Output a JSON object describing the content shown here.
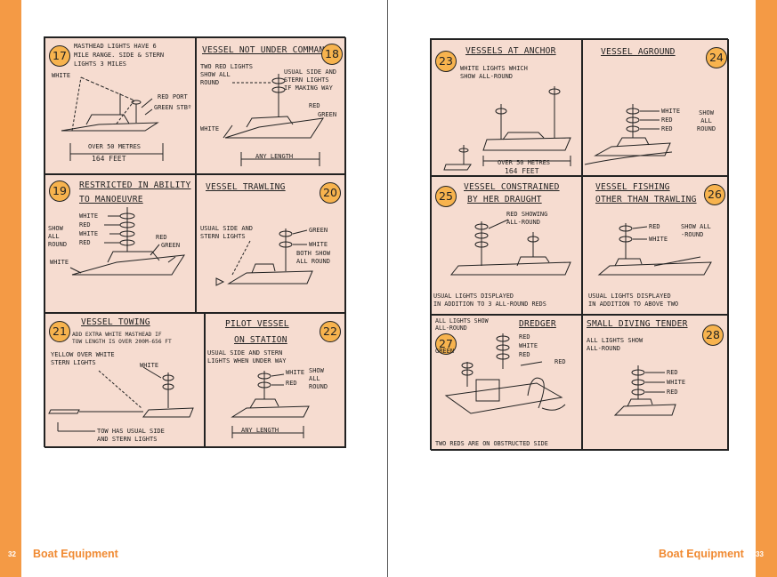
{
  "footer": {
    "left_page_number": "32",
    "left_section": "Boat Equipment",
    "right_page_number": "33",
    "right_section": "Boat Equipment"
  },
  "panels": {
    "p17": {
      "number": "17",
      "lines": [
        "MASTHEAD LIGHTS HAVE 6",
        "MILE RANGE. SIDE & STERN",
        "LIGHTS 3 MILES"
      ],
      "labels": {
        "white": "WHITE",
        "red_port": "RED PORT",
        "green_stbd": "GREEN STBº",
        "over": "OVER 50 METRES",
        "feet": "164 FEET"
      }
    },
    "p18": {
      "number": "18",
      "title": "VESSEL NOT UNDER COMMAND",
      "note": "TWO RED LIGHTS\nSHOW ALL\nROUND",
      "note2": "USUAL SIDE AND\nSTERN LIGHTS\nIF MAKING WAY",
      "labels": {
        "red": "RED",
        "green": "GREEN",
        "white": "WHITE",
        "length": "ANY LENGTH"
      }
    },
    "p19": {
      "number": "19",
      "title_1": "RESTRICTED IN ABILITY",
      "title_2": "TO MANOEUVRE",
      "show": "SHOW\nALL\nROUND",
      "stack": [
        "WHITE",
        "RED",
        "WHITE",
        "RED"
      ],
      "labels": {
        "red": "RED",
        "green": "GREEN",
        "white": "WHITE"
      }
    },
    "p20": {
      "number": "20",
      "title": "VESSEL TRAWLING",
      "note": "USUAL SIDE AND\nSTERN LIGHTS",
      "labels": {
        "green": "GREEN",
        "white": "WHITE",
        "both": "BOTH SHOW\nALL ROUND"
      }
    },
    "p21": {
      "number": "21",
      "title": "VESSEL TOWING",
      "note": "ADD EXTRA WHITE MASTHEAD IF\nTOW LENGTH IS OVER 200m-656 FT",
      "note2": "YELLOW OVER WHITE\nSTERN LIGHTS",
      "labels": {
        "white": "WHITE",
        "tow": "TOW HAS USUAL SIDE\nAND STERN LIGHTS"
      }
    },
    "p22": {
      "number": "22",
      "title_1": "PILOT VESSEL",
      "title_2": "ON STATION",
      "note": "USUAL SIDE AND STERN\nLIGHTS WHEN UNDER WAY",
      "labels": {
        "white": "WHITE",
        "red": "RED",
        "show": "SHOW\nALL\nROUND",
        "length": "ANY LENGTH"
      }
    },
    "p23": {
      "number": "23",
      "title": "VESSELS AT ANCHOR",
      "note": "WHITE LIGHTS WHICH\nSHOW ALL-ROUND",
      "labels": {
        "over": "OVER 50 METRES",
        "feet": "164 FEET"
      }
    },
    "p24": {
      "number": "24",
      "title": "VESSEL AGROUND",
      "stack": [
        "WHITE",
        "RED",
        "RED"
      ],
      "show": "SHOW\nALL\nROUND"
    },
    "p25": {
      "number": "25",
      "title_1": "VESSEL CONSTRAINED",
      "title_2": "BY HER DRAUGHT",
      "note": "RED SHOWING\nALL-ROUND",
      "bottom": "USUAL LIGHTS DISPLAYED\nIN ADDITION TO 3 ALL-ROUND REDS"
    },
    "p26": {
      "number": "26",
      "title_1": "VESSEL FISHING",
      "title_2": "OTHER THAN TRAWLING",
      "stack": [
        "RED",
        "WHITE"
      ],
      "show": "SHOW ALL\n-ROUND",
      "bottom": "USUAL LIGHTS DISPLAYED\nIN ADDITION TO ABOVE TWO"
    },
    "p27": {
      "number": "27",
      "title": "DREDGER",
      "top_note": "ALL LIGHTS SHOW\nALL-ROUND",
      "stack": [
        "RED",
        "WHITE",
        "RED"
      ],
      "labels": {
        "green": "GREEN",
        "red": "RED"
      },
      "bottom": "TWO REDS ARE ON OBSTRUCTED SIDE"
    },
    "p28": {
      "number": "28",
      "title": "SMALL DIVING TENDER",
      "note": "ALL LIGHTS SHOW\nALL-ROUND",
      "stack": [
        "RED",
        "WHITE",
        "RED"
      ]
    }
  }
}
